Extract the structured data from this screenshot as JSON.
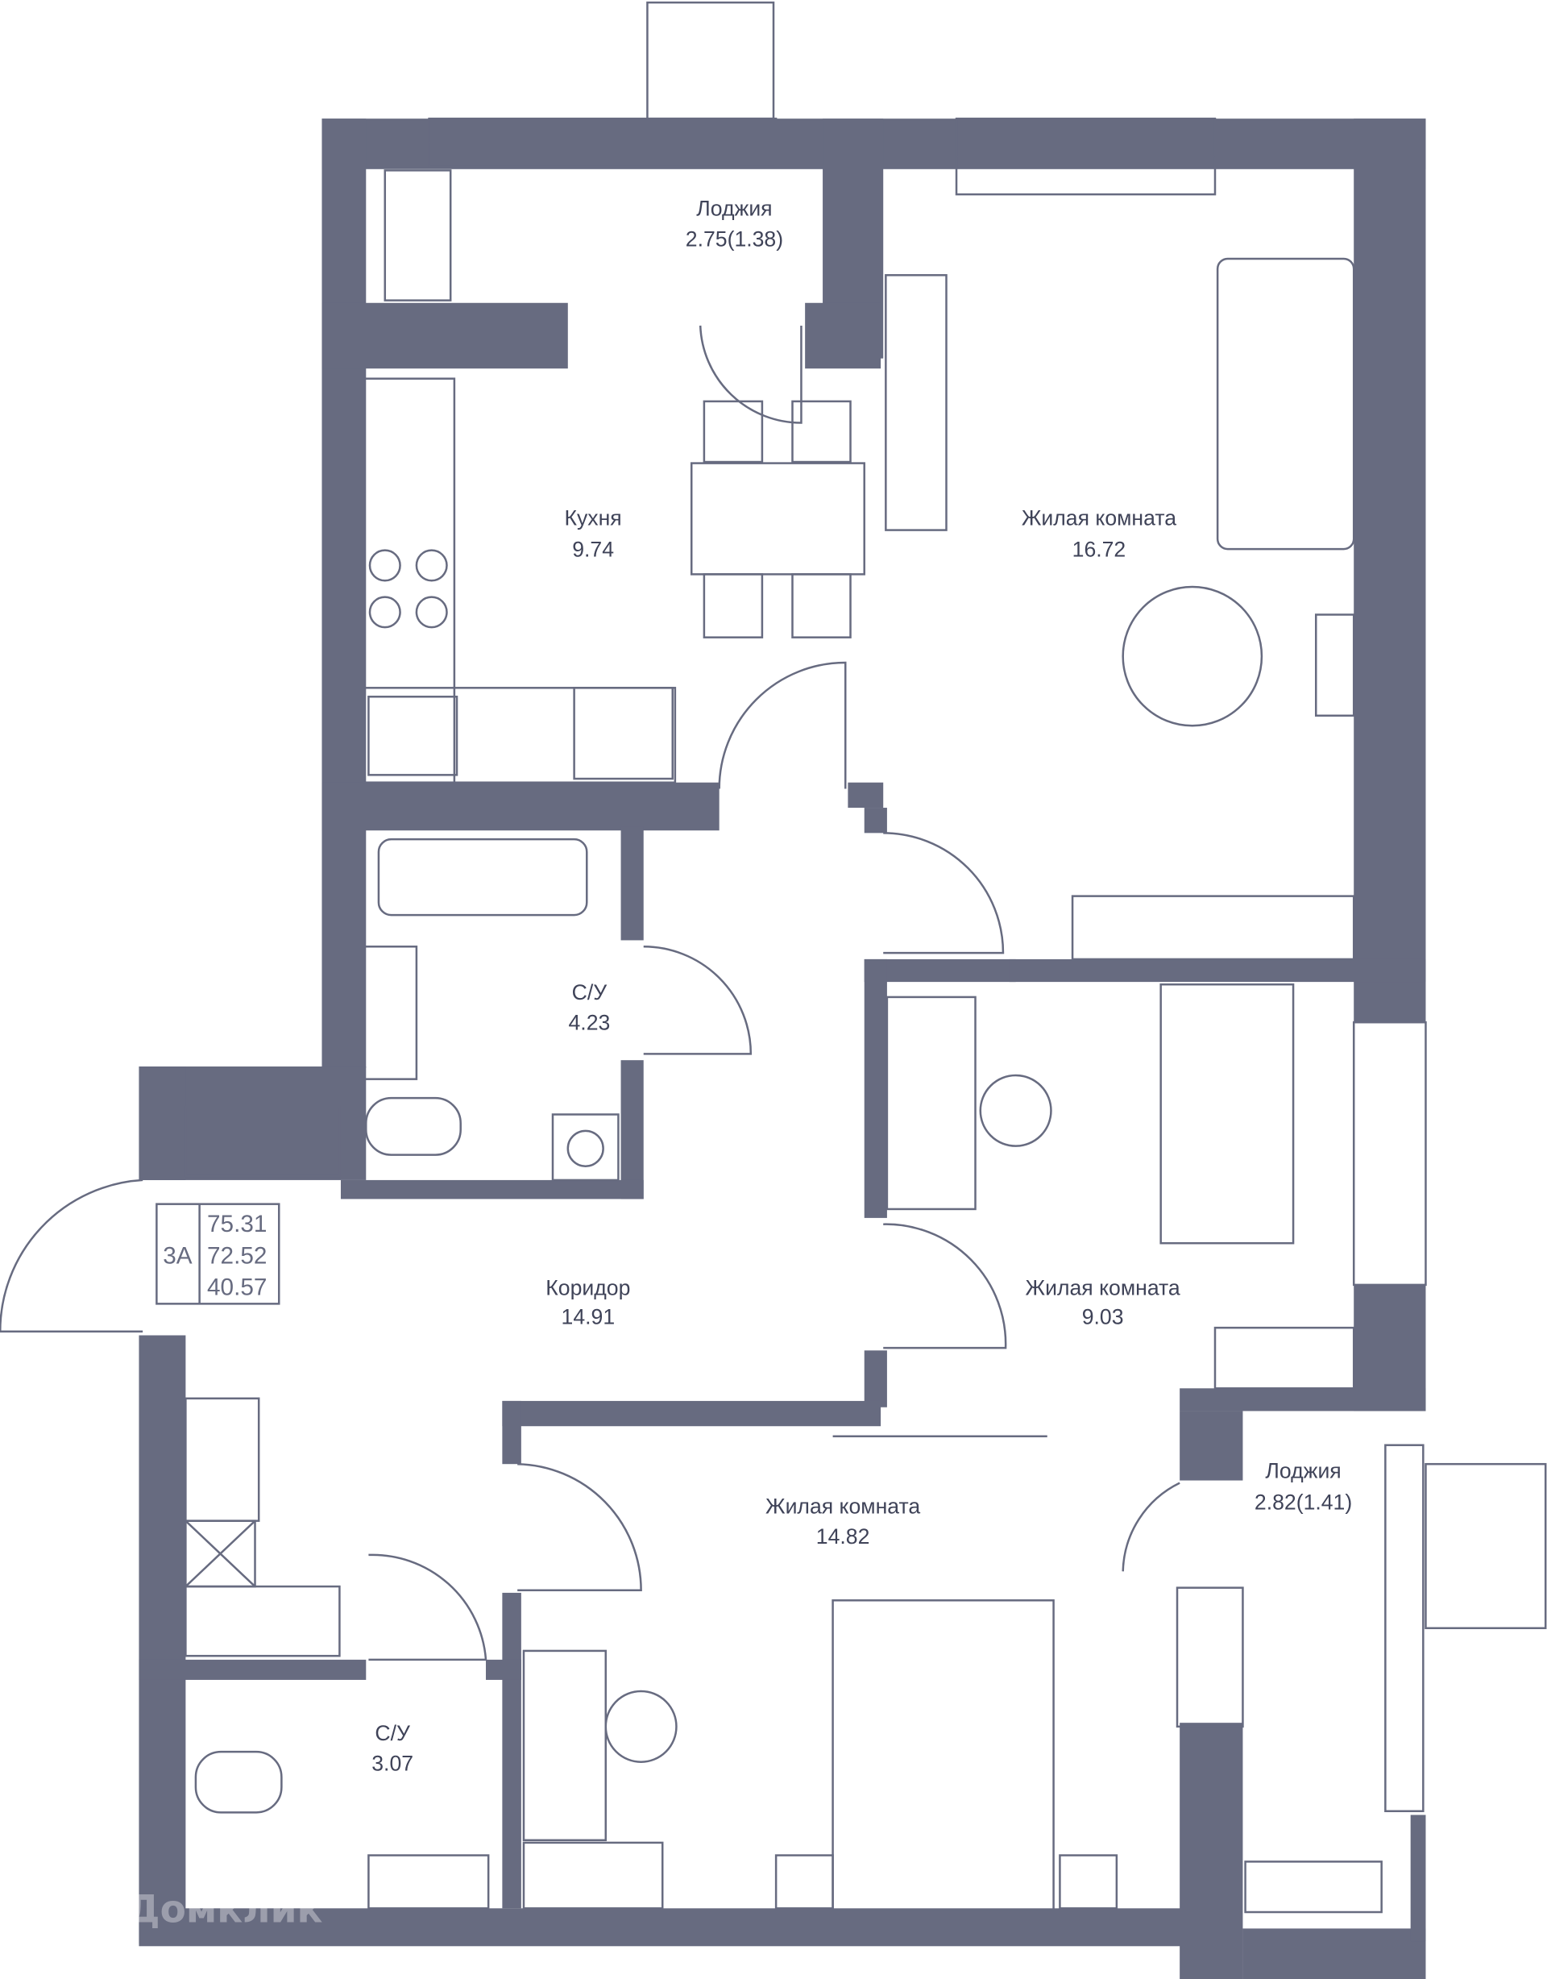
{
  "rooms": [
    {
      "name": "Лоджия",
      "area": "2.75(1.38)"
    },
    {
      "name": "Кухня",
      "area": "9.74"
    },
    {
      "name": "Жилая комната",
      "area": "16.72"
    },
    {
      "name": "С/У",
      "area": "4.23"
    },
    {
      "name": "Коридор",
      "area": "14.91"
    },
    {
      "name": "Жилая комната",
      "area": "9.03"
    },
    {
      "name": "Жилая комната",
      "area": "14.82"
    },
    {
      "name": "Лоджия",
      "area": "2.82(1.41)"
    },
    {
      "name": "С/У",
      "area": "3.07"
    }
  ],
  "apartment": {
    "type": "3А",
    "total_area": "75.31",
    "living_area_total": "72.52",
    "living_area": "40.57"
  },
  "watermark": "Домклик",
  "colors": {
    "wall": "#676b80",
    "text": "#3f4358"
  }
}
